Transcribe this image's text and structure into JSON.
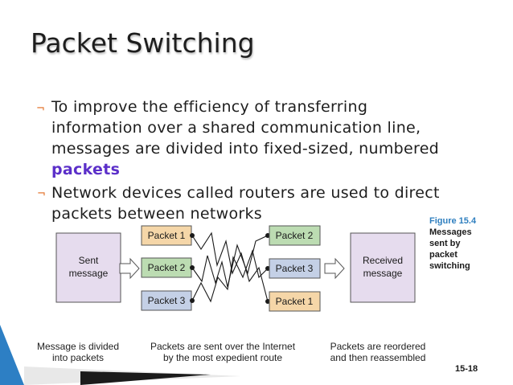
{
  "slide": {
    "title": "Packet Switching",
    "bullets": [
      {
        "lines": [
          "To improve the efficiency of transferring",
          "information over a shared communication line,",
          "messages are divided into fixed-sized, numbered"
        ],
        "highlight": "packets"
      },
      {
        "lines": [
          "Network devices called routers are used to direct",
          "packets between networks"
        ]
      }
    ],
    "slide_number": "15-18"
  },
  "figure": {
    "label": "Figure 15.4",
    "caption_lines": [
      "Messages",
      "sent by",
      "packet",
      "switching"
    ],
    "sent_box": [
      "Sent",
      "message"
    ],
    "received_box": [
      "Received",
      "message"
    ],
    "left_packets": [
      "Packet 1",
      "Packet 2",
      "Packet 3"
    ],
    "right_packets": [
      "Packet 2",
      "Packet 3",
      "Packet 1"
    ],
    "captions": {
      "left": [
        "Message is divided",
        "into packets"
      ],
      "middle": [
        "Packets are sent over the Internet",
        "by the most expedient route"
      ],
      "right": [
        "Packets are reordered",
        "and then reassembled"
      ]
    },
    "colors": {
      "packet_1": "#f5d6a8",
      "packet_2": "#bcdcb2",
      "packet_3": "#c4d0e6",
      "message_box": "#e6dcee",
      "accent": "#2f7fbf",
      "highlight": "#5b2fc9"
    }
  }
}
